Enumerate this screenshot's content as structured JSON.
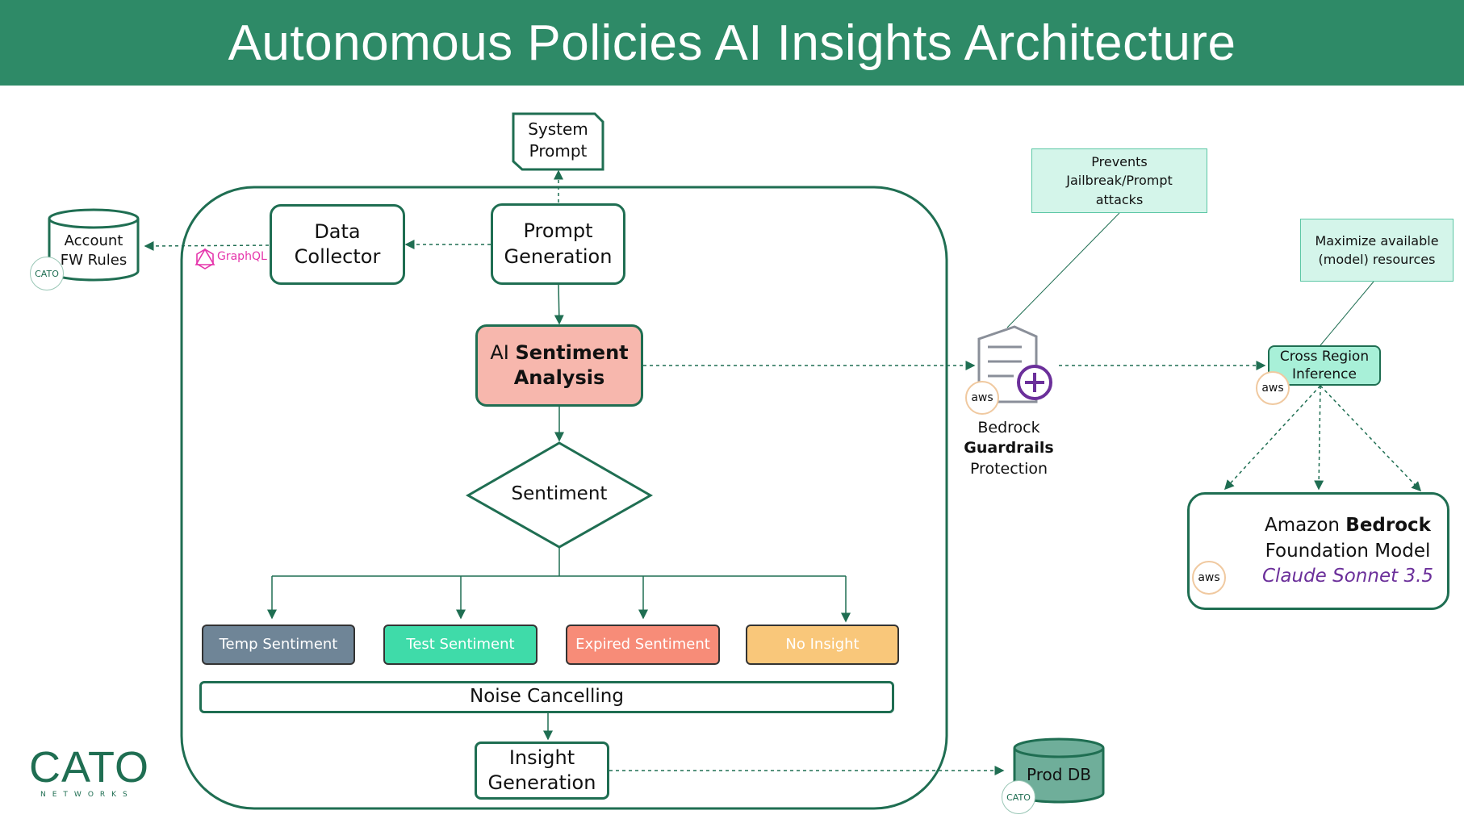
{
  "header": {
    "title": "Autonomous Policies AI Insights Architecture"
  },
  "system_prompt": {
    "line1": "System",
    "line2": "Prompt"
  },
  "account_fw_rules": {
    "line1": "Account",
    "line2": "FW Rules"
  },
  "graphql": {
    "label": "GraphQL"
  },
  "data_collector": {
    "line1": "Data",
    "line2": "Collector"
  },
  "prompt_generation": {
    "line1": "Prompt",
    "line2": "Generation"
  },
  "ai_sentiment": {
    "prefix": "AI ",
    "bold1": "Sentiment",
    "bold2": "Analysis"
  },
  "sentiment_decision": {
    "label": "Sentiment"
  },
  "sentiments": {
    "temp": {
      "label": "Temp Sentiment",
      "color": "#6f8597"
    },
    "test": {
      "label": "Test Sentiment",
      "color": "#3fdba9"
    },
    "expired": {
      "label": "Expired Sentiment",
      "color": "#f78c78"
    },
    "none": {
      "label": "No Insight",
      "color": "#f9c77a"
    }
  },
  "noise_cancelling": {
    "label": "Noise Cancelling"
  },
  "insight_generation": {
    "line1": "Insight",
    "line2": "Generation"
  },
  "prod_db": {
    "label": "Prod DB"
  },
  "notes": {
    "jailbreak": {
      "line1": "Prevents",
      "line2": "Jailbreak/Prompt",
      "line3": "attacks"
    },
    "maximize": {
      "line1": "Maximize available",
      "line2": "(model) resources"
    }
  },
  "guardrails": {
    "line1": "Bedrock",
    "line2": "Guardrails",
    "line3": "Protection"
  },
  "cross_region": {
    "line1": "Cross Region",
    "line2": "Inference"
  },
  "foundation_model": {
    "line1_prefix": "Amazon ",
    "line1_bold": "Bedrock",
    "line2": "Foundation Model",
    "line3": "Claude Sonnet 3.5"
  },
  "badges": {
    "aws": "aws",
    "cato": "CATO"
  },
  "logo": {
    "main": "CATO",
    "sub": "NETWORKS"
  },
  "colors": {
    "header": "#2e8a67",
    "border": "#1f6e52",
    "claude": "#6b2f9a"
  }
}
